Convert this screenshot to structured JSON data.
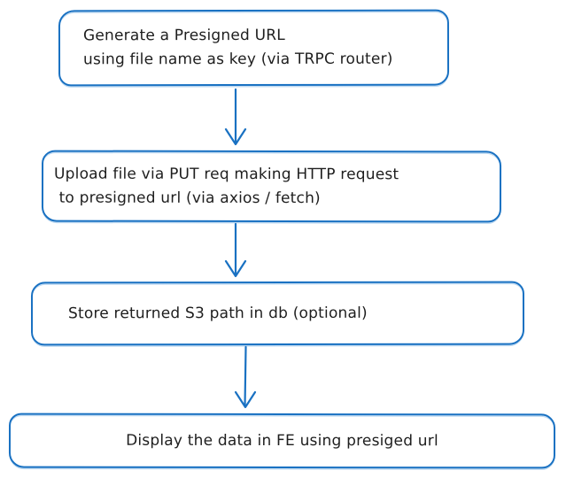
{
  "diagram": {
    "type": "flowchart",
    "style": {
      "stroke_color": "#1971c2",
      "stroke_overdraw_color": "#89bae5",
      "text_color": "#1e1e1e",
      "background_color": "#ffffff",
      "node_fill": "#ffffff",
      "drawing_style": "hand-drawn (excalidraw-like)"
    },
    "nodes": [
      {
        "id": "generate-presigned-url",
        "lines": [
          "Generate a Presigned URL",
          "using file name as key (via TRPC router)"
        ]
      },
      {
        "id": "upload-file-put",
        "lines": [
          "Upload file via PUT req making HTTP request",
          " to presigned url (via axios / fetch)"
        ]
      },
      {
        "id": "store-s3-path",
        "lines": [
          "Store returned S3 path in db (optional)"
        ]
      },
      {
        "id": "display-data-fe",
        "lines": [
          "Display the data in FE using presiged url"
        ]
      }
    ],
    "connectors": [
      {
        "from": "generate-presigned-url",
        "to": "upload-file-put",
        "shape": "straight-arrow-down"
      },
      {
        "from": "upload-file-put",
        "to": "store-s3-path",
        "shape": "straight-arrow-down"
      },
      {
        "from": "store-s3-path",
        "to": "display-data-fe",
        "shape": "straight-arrow-down"
      }
    ]
  }
}
